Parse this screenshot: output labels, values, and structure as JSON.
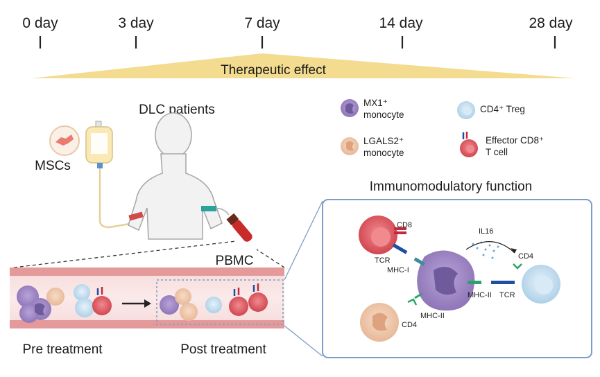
{
  "timeline": {
    "points": [
      "0 day",
      "3 day",
      "7 day",
      "14 day",
      "28 day"
    ],
    "effect_label": "Therapeutic effect"
  },
  "labels": {
    "patients": "DLC patients",
    "mscs": "MSCs",
    "pbmc": "PBMC",
    "pre": "Pre treatment",
    "post": "Post treatment",
    "immuno_title": "Immunomodulatory function"
  },
  "legend": {
    "mx1_line1": "MX1⁺",
    "mx1_line2": "monocyte",
    "lgals2_line1": "LGALS2⁺",
    "lgals2_line2": "monocyte",
    "treg": "CD4⁺ Treg",
    "cd8_line1": "Effector CD8⁺",
    "cd8_line2": "T cell"
  },
  "panel": {
    "cd8": "CD8",
    "tcr_left": "TCR",
    "mhc1": "MHC-I",
    "il16": "IL16",
    "cd4_right": "CD4",
    "mhc2_right": "MHC-II",
    "tcr_right": "TCR",
    "mhc2_bottom": "MHC-II",
    "cd4_bottom": "CD4"
  },
  "colors": {
    "effect_wedge": "#f3dc8f",
    "mx1": "#a78fc9",
    "lgals2": "#f2cbb0",
    "treg": "#c5dff0",
    "cd8": "#e2545d",
    "vessel": "#e49a9a",
    "panel_border": "#7d9cc6"
  }
}
